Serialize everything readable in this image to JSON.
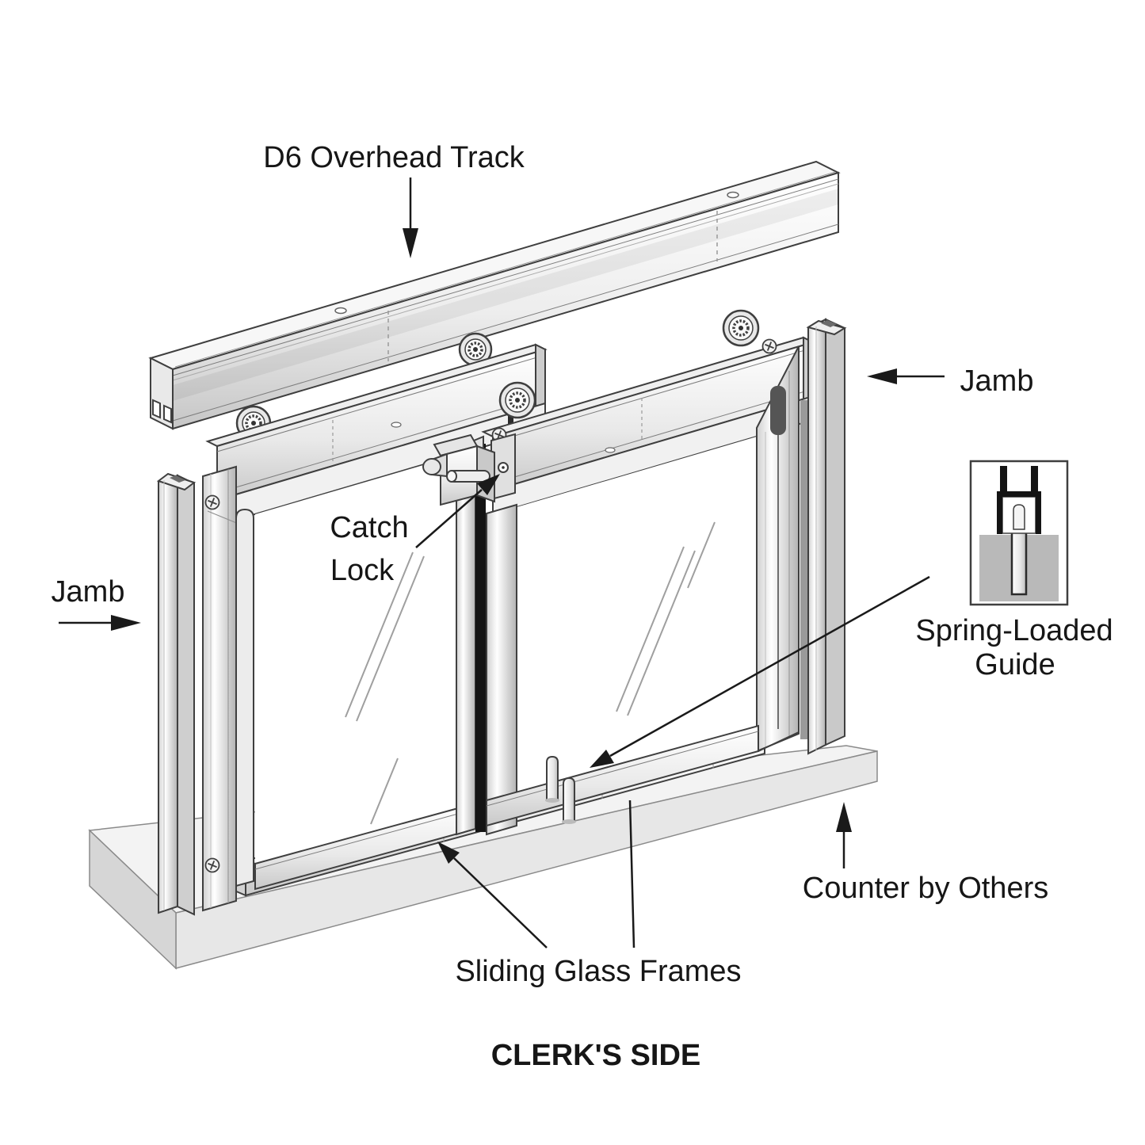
{
  "diagram": {
    "labels": {
      "overhead_track": "D6 Overhead Track",
      "jamb_right": "Jamb",
      "jamb_left": "Jamb",
      "catch_line1": "Catch",
      "catch_line2": "Lock",
      "guide_line1": "Spring-Loaded",
      "guide_line2": "Guide",
      "counter": "Counter by Others",
      "frames": "Sliding Glass Frames",
      "caption": "CLERK'S SIDE"
    },
    "colors": {
      "background": "#ffffff",
      "line": "#3f3f3f",
      "label_text": "#161616",
      "metal_light": "#f7f7f7",
      "metal_mid": "#d9d9d9",
      "metal_dark": "#b9b9b9",
      "counter_top": "#f3f3f3",
      "counter_front": "#e7e7e7",
      "counter_side": "#d6d6d6",
      "glass_reflection": "#9f9f9f",
      "inset_base": "#b9b9b9",
      "black_detail": "#141414"
    }
  }
}
